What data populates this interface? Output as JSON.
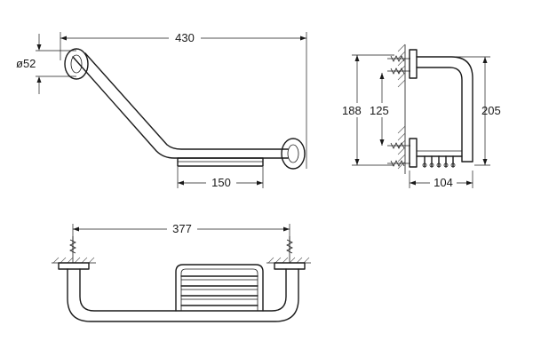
{
  "dimensions": {
    "top_width": "430",
    "diameter": "ø52",
    "basket_width": "150",
    "side_height_outer": "205",
    "side_height_mid": "188",
    "side_height_inner": "125",
    "side_depth": "104",
    "front_width": "377"
  }
}
